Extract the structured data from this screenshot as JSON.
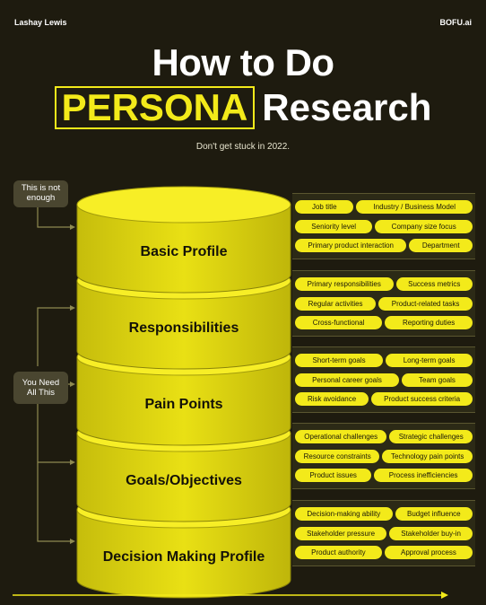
{
  "header": {
    "author": "Lashay Lewis",
    "brand": "BOFU.ai",
    "title_line1": "How to Do",
    "title_highlight": "PERSONA",
    "title_rest": "Research",
    "subtitle": "Don't get stuck in 2022."
  },
  "notes": {
    "not_enough": "This is not enough",
    "need_all": [
      "You Need",
      "All This"
    ]
  },
  "colors": {
    "background": "#1e1b0f",
    "accent": "#f3ea1a",
    "panel": "#2c2a16"
  },
  "tiers": [
    {
      "label": "Basic Profile",
      "rows": [
        [
          "Job title",
          "Industry / Business Model"
        ],
        [
          "Seniority level",
          "Company size focus"
        ],
        [
          "Primary product interaction",
          "Department"
        ]
      ]
    },
    {
      "label": "Responsibilities",
      "rows": [
        [
          "Primary responsibilities",
          "Success metrics"
        ],
        [
          "Regular activities",
          "Product-related tasks"
        ],
        [
          "Cross-functional",
          "Reporting duties"
        ]
      ]
    },
    {
      "label": "Pain Points",
      "rows": [
        [
          "Short-term goals",
          "Long-term goals"
        ],
        [
          "Personal career goals",
          "Team goals"
        ],
        [
          "Risk avoidance",
          "Product success criteria"
        ]
      ]
    },
    {
      "label": "Goals/Objectives",
      "rows": [
        [
          "Operational challenges",
          "Strategic challenges"
        ],
        [
          "Resource constraints",
          "Technology pain points"
        ],
        [
          "Product issues",
          "Process inefficiencies"
        ]
      ]
    },
    {
      "label": "Decision Making Profile",
      "rows": [
        [
          "Decision-making ability",
          "Budget influence"
        ],
        [
          "Stakeholder pressure",
          "Stakeholder buy-in"
        ],
        [
          "Product authority",
          "Approval process"
        ]
      ]
    }
  ]
}
